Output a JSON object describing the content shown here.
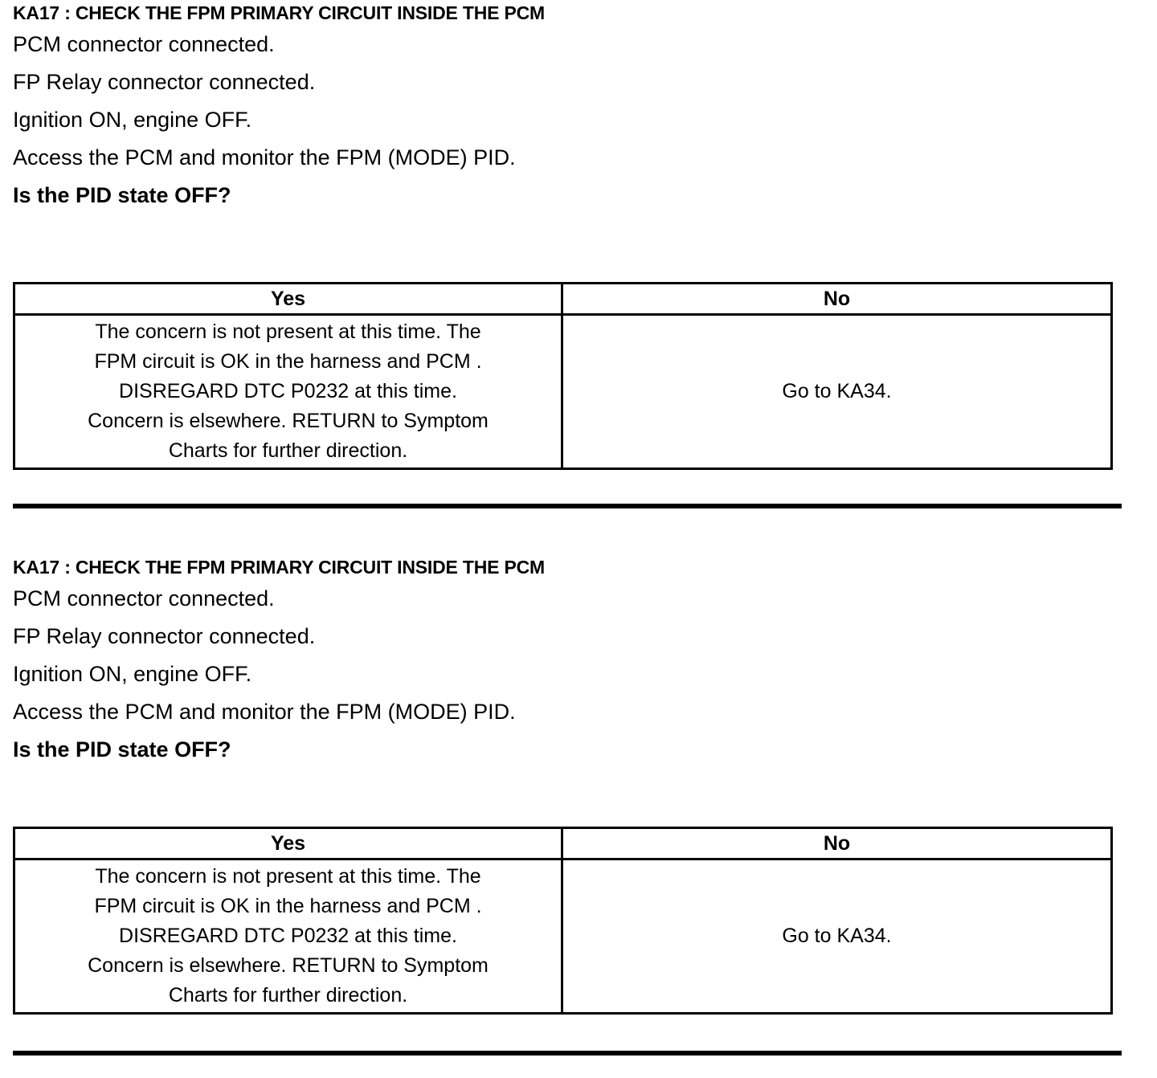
{
  "document": {
    "title": "KA17 : CHECK THE FPM PRIMARY CIRCUIT INSIDE THE PCM",
    "background_color": "#ffffff",
    "text_color": "#000000",
    "rule_color": "#000000"
  },
  "sections": [
    {
      "id": "section-1",
      "step_title": "KA17 : CHECK THE FPM PRIMARY CIRCUIT INSIDE THE PCM",
      "steps": [
        "PCM connector connected.",
        "FP Relay connector connected.",
        "Ignition ON, engine OFF.",
        "Access the PCM and monitor the  FPM (MODE) PID."
      ],
      "question": "Is the PID state OFF?",
      "table": {
        "headers": [
          "Yes",
          "No"
        ],
        "yes_lines": [
          "The concern is not present at this time. The",
          "FPM circuit is OK in the harness and PCM .",
          "DISREGARD DTC P0232 at this time.",
          "Concern is elsewhere. RETURN to Symptom",
          "Charts for further direction."
        ],
        "no_text": "Go to KA34."
      }
    },
    {
      "id": "section-2",
      "step_title": "KA17 : CHECK THE FPM PRIMARY CIRCUIT INSIDE THE PCM",
      "steps": [
        "PCM connector connected.",
        "FP Relay connector connected.",
        "Ignition ON, engine OFF.",
        "Access the PCM and monitor the  FPM (MODE) PID."
      ],
      "question": "Is the PID state OFF?",
      "table": {
        "headers": [
          "Yes",
          "No"
        ],
        "yes_lines": [
          "The concern is not present at this time. The",
          "FPM circuit is OK in the harness and PCM .",
          "DISREGARD DTC P0232 at this time.",
          "Concern is elsewhere. RETURN to Symptom",
          "Charts for further direction."
        ],
        "no_text": "Go to KA34."
      }
    }
  ]
}
